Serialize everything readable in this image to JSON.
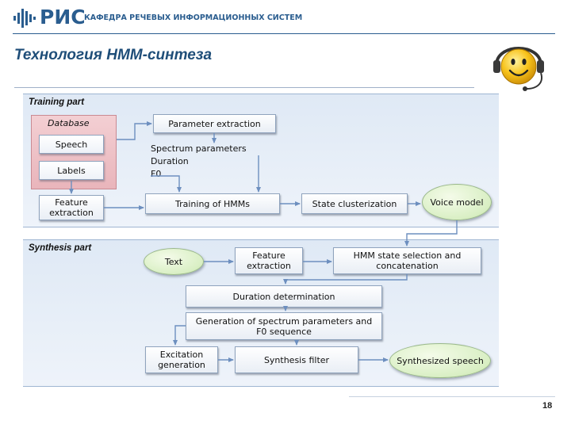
{
  "header": {
    "logo_text": "РИС",
    "logo_subtitle": "КАФЕДРА РЕЧЕВЫХ ИНФОРМАЦИОННЫХ СИСТЕМ",
    "logo_icon": "sound-wave-icon"
  },
  "slide": {
    "title": "Технология HMM-синтеза",
    "mascot_icon": "smiley-headset-icon",
    "page_number": "18"
  },
  "training": {
    "label": "Training part",
    "database": {
      "label": "Database",
      "items": [
        "Speech",
        "Labels"
      ]
    },
    "parameter_extraction": "Parameter extraction",
    "parameters": [
      "Spectrum parameters",
      "Duration",
      "F0"
    ],
    "feature_extraction": "Feature extraction",
    "training_hmms": "Training of HMMs",
    "state_clusterization": "State clusterization",
    "voice_model": "Voice model"
  },
  "synthesis": {
    "label": "Synthesis part",
    "text": "Text",
    "feature_extraction": "Feature extraction",
    "hmm_selection": "HMM state selection and concatenation",
    "duration_determination": "Duration determination",
    "generation": "Generation of spectrum parameters and F0 sequence",
    "excitation_generation": "Excitation generation",
    "synthesis_filter": "Synthesis filter",
    "synthesized_speech": "Synthesized speech"
  },
  "colors": {
    "brand_blue": "#2a5d8f",
    "database_pink": "#e9b5bb",
    "ellipse_green": "#d9efc4",
    "panel_blue": "#dfe9f5"
  }
}
